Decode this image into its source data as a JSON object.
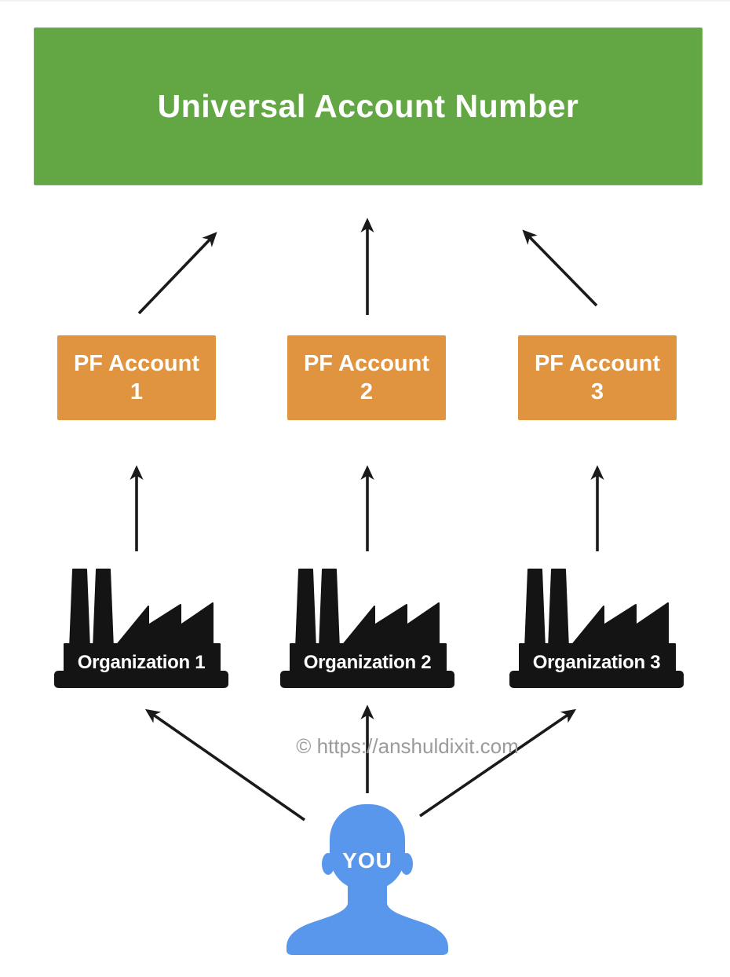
{
  "diagram": {
    "uan_box": {
      "label": "Universal Account Number"
    },
    "pf_accounts": [
      {
        "label_line1": "PF Account",
        "label_line2": "1"
      },
      {
        "label_line1": "PF Account",
        "label_line2": "2"
      },
      {
        "label_line1": "PF Account",
        "label_line2": "3"
      }
    ],
    "organizations": [
      {
        "label": "Organization 1"
      },
      {
        "label": "Organization 2"
      },
      {
        "label": "Organization 3"
      }
    ],
    "user": {
      "label": "YOU"
    },
    "watermark": "© https://anshuldixit.com",
    "colors": {
      "uan_green": "#62a744",
      "pf_orange": "#e0943f",
      "user_blue": "#5897ec",
      "factory_black": "#141414",
      "arrow_black": "#1a1a1a",
      "watermark_gray": "#9b9b9b",
      "text_white": "#ffffff"
    }
  }
}
